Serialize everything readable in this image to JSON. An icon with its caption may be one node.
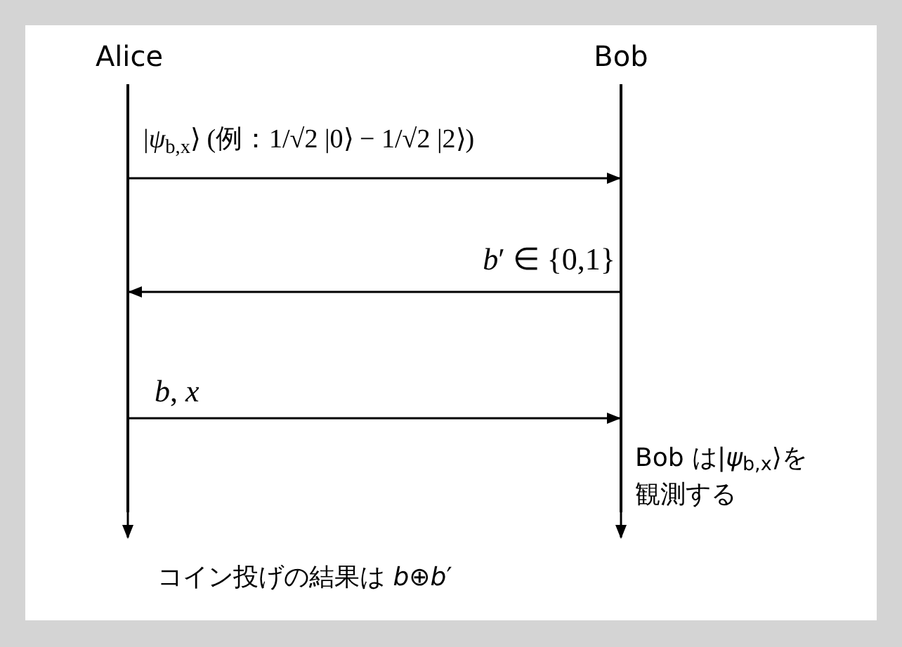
{
  "diagram": {
    "nodes": [
      {
        "text": [
          "Alice"
        ]
      },
      {
        "text": [
          "Bob"
        ]
      },
      {
        "text": [],
        "shape": "bar"
      },
      {
        "text": [],
        "shape": "bar",
        "beside": [
          "Bob は|*ψ*$_{b,x}$⟩を観測する"
        ]
      }
    ],
    "edges": [
      {
        "from": 2,
        "to": 3,
        "arrow": "to",
        "label": "|*ψ*$_{b,x}$⟩  (例：1/√2 |0⟩ − 1/√2 |2⟩)"
      },
      {
        "from": 3,
        "to": 2,
        "arrow": "to",
        "label": "*b*′ ∈ {0,1}"
      },
      {
        "from": 2,
        "to": 3,
        "arrow": "to",
        "label": "*b*, *x*"
      },
      {
        "from": 2,
        "to": null,
        "arrow": "to"
      },
      {
        "from": 3,
        "to": null,
        "arrow": "to"
      }
    ],
    "labels": [
      "コイン投げの結果は *b*⊕*b*′"
    ]
  }
}
